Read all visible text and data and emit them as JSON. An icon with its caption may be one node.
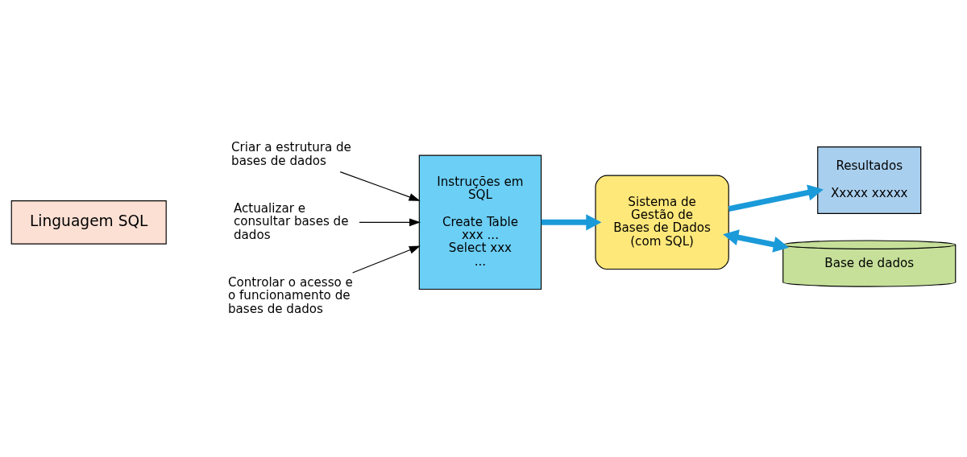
{
  "diagram": {
    "nodes": [
      {
        "text": [
          "Linguagem SQL"
        ]
      },
      {
        "text": [
          "Criar a estrutura de bases de dados"
        ]
      },
      {
        "text": [
          "Actualizar e consultar bases de dados"
        ]
      },
      {
        "text": [
          "Controlar o acesso e o funcionamento de bases de dados"
        ]
      },
      {
        "text": [
          "Instruções em SQL",
          "Create Table xxx ... Select xxx ..."
        ]
      },
      {
        "text": [
          "Sistema de Gestão de Bases de Dados (com SQL)"
        ]
      },
      {
        "text": [
          "Resultados",
          "Xxxxx xxxxx"
        ]
      },
      {
        "text": [
          "Base de dados"
        ]
      }
    ],
    "edges": [
      {
        "from": 1,
        "to": 4,
        "arrow": "to"
      },
      {
        "from": 2,
        "to": 4,
        "arrow": "to"
      },
      {
        "from": 3,
        "to": 4,
        "arrow": "to"
      },
      {
        "from": 4,
        "to": 5,
        "arrow": "to",
        "style": "thick",
        "color": "#1a9ad9"
      },
      {
        "from": 5,
        "to": 6,
        "arrow": "to",
        "style": "thick",
        "color": "#1a9ad9"
      },
      {
        "from": 5,
        "to": 7,
        "arrow": "both",
        "style": "thick",
        "color": "#1a9ad9"
      }
    ]
  }
}
